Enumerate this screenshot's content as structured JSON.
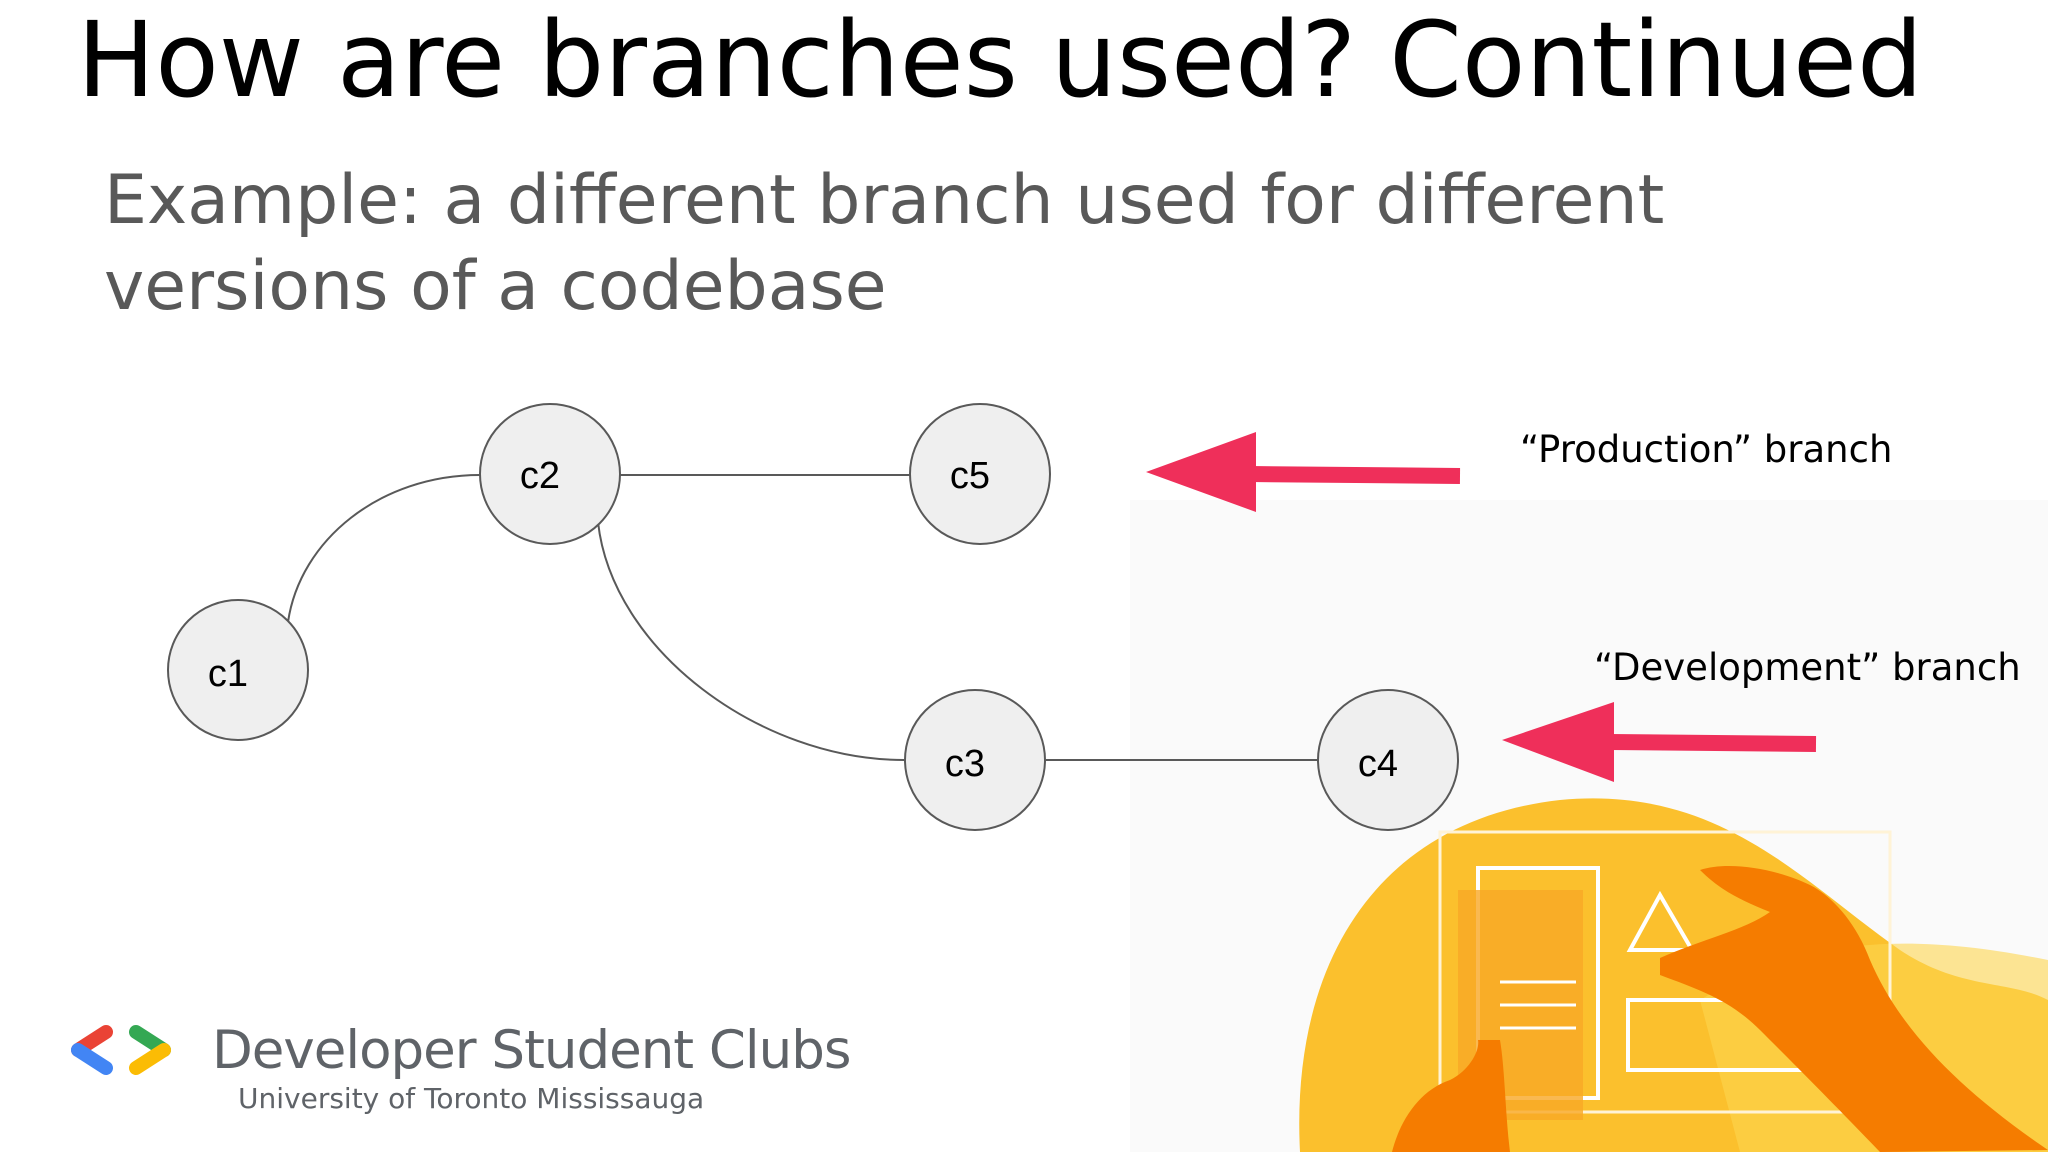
{
  "slide": {
    "title": "How are branches used? Continued",
    "subtitle": "Example: a different branch used for different versions of a codebase"
  },
  "diagram": {
    "nodes": [
      {
        "id": "c1",
        "label": "c1"
      },
      {
        "id": "c2",
        "label": "c2"
      },
      {
        "id": "c5",
        "label": "c5"
      },
      {
        "id": "c3",
        "label": "c3"
      },
      {
        "id": "c4",
        "label": "c4"
      }
    ],
    "edges": [
      {
        "from": "c1",
        "to": "c2"
      },
      {
        "from": "c2",
        "to": "c5"
      },
      {
        "from": "c2",
        "to": "c3"
      },
      {
        "from": "c3",
        "to": "c4"
      }
    ],
    "annotations": [
      {
        "label": "“Production” branch",
        "points_to": "c5"
      },
      {
        "label": "“Development” branch",
        "points_to": "c4"
      }
    ],
    "colors": {
      "node_fill": "#efefef",
      "node_stroke": "#595959",
      "edge": "#595959",
      "arrow": "#ef2f5a"
    }
  },
  "logo": {
    "title": "Developer Student Clubs",
    "subtitle": "University of Toronto Mississauga",
    "colors": {
      "red": "#ea4335",
      "blue": "#4285f4",
      "green": "#34a853",
      "yellow": "#fbbc04"
    }
  },
  "illustration": {
    "colors": {
      "yellow": "#fbc02d",
      "orange": "#f57c00",
      "bg": "#f5f5f5"
    }
  }
}
